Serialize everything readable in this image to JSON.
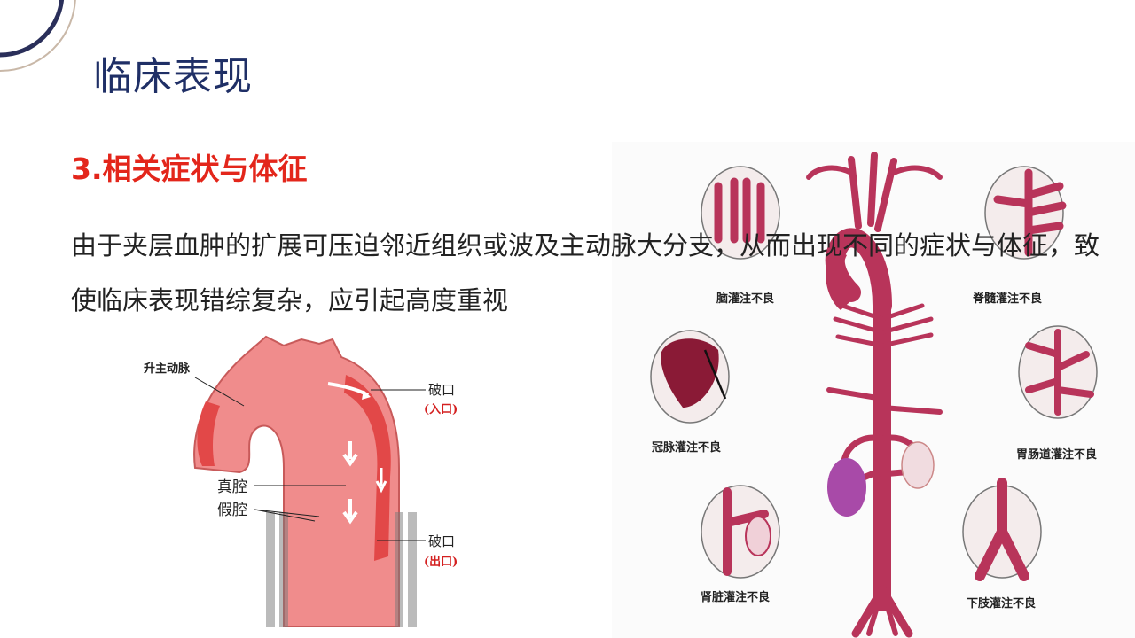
{
  "slide": {
    "title": "临床表现",
    "subheading": "3.相关症状与体征",
    "body": "由于夹层血肿的扩展可压迫邻近组织或波及主动脉大分支，从而出现不同的症状与体征，致使临床表现错综复杂，应引起高度重视"
  },
  "left_figure": {
    "label_ascending_aorta": "升主动脉",
    "label_entry_tear": "破口",
    "label_entry_note": "(入口)",
    "label_true_lumen": "真腔",
    "label_false_lumen": "假腔",
    "label_exit_tear": "破口",
    "label_exit_note": "(出口)"
  },
  "right_figure": {
    "cerebral": "脑灌注不良",
    "spinal": "脊髓灌注不良",
    "coronary": "冠脉灌注不良",
    "gastrointestinal": "胃肠道灌注不良",
    "renal": "肾脏灌注不良",
    "lower_limb": "下肢灌注不良"
  },
  "colors": {
    "title": "#1f2f66",
    "subheading": "#e3261b",
    "vessel": "#b8345a",
    "aorta_fill": "#f08c8c"
  }
}
